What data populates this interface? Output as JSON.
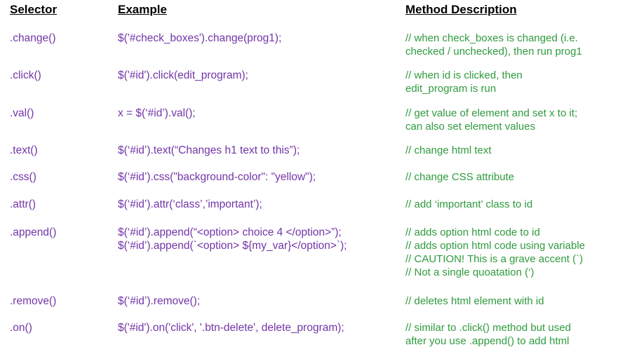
{
  "document": {
    "title": "jQuery Selector Methods Reference Table",
    "colors": {
      "header_text": "#000000",
      "selector_text": "#7235A8",
      "example_text": "#7235A8",
      "description_text": "#2F9B3E",
      "background": "#ffffff"
    }
  },
  "table": {
    "headers": {
      "selector": "Selector",
      "example": "Example",
      "method_description": "Method Description"
    },
    "rows": [
      {
        "selector": ".change()",
        "example_lines": [
          "$('#check_boxes').change(prog1);"
        ],
        "description_lines": [
          "// when check_boxes is changed (i.e.",
          "checked / unchecked), then run prog1"
        ]
      },
      {
        "selector": ".click()",
        "example_lines": [
          "$('#id').click(edit_program);"
        ],
        "description_lines": [
          "// when id is clicked, then",
          "edit_program is run"
        ]
      },
      {
        "selector": ".val()",
        "example_lines": [
          "x = $(‘#id’).val();"
        ],
        "description_lines": [
          "// get value of element and set x to it;",
          "can also set element values"
        ]
      },
      {
        "selector": ".text()",
        "example_lines": [
          "$(‘#id’).text(“Changes h1 text to this”);"
        ],
        "description_lines": [
          "// change html text"
        ]
      },
      {
        "selector": ".css()",
        "example_lines": [
          "$(‘#id’).css(\"background-color\": \"yellow\");"
        ],
        "description_lines": [
          "// change CSS attribute"
        ]
      },
      {
        "selector": ".attr()",
        "example_lines": [
          "$(‘#id’).attr(‘class’,’important’);"
        ],
        "description_lines": [
          "// add ‘important’ class to id"
        ]
      },
      {
        "selector": ".append()",
        "example_lines": [
          "$(‘#id’).append(“<option> choice 4 </option>”);",
          "$(‘#id’).append(`<option> ${my_var}</option>`);"
        ],
        "description_lines": [
          "// adds option html code to id",
          "// adds option html code using variable",
          "// CAUTION! This is a grave accent (`)",
          "// Not a single quoatation (‘)"
        ]
      },
      {
        "selector": ".remove()",
        "example_lines": [
          "$(‘#id’).remove();"
        ],
        "description_lines": [
          "// deletes html element with  id"
        ]
      },
      {
        "selector": ".on()",
        "example_lines": [
          "$('#id').on('click', '.btn-delete', delete_program);"
        ],
        "description_lines": [
          "// similar to .click() method but used",
          "after you use .append() to add html"
        ]
      }
    ]
  },
  "layout": {
    "row_tops": [
      45,
      98,
      152,
      205,
      243,
      282,
      322,
      420,
      458
    ],
    "desc_tops": [
      45,
      98,
      152,
      205,
      243,
      282,
      322,
      420,
      458
    ]
  }
}
